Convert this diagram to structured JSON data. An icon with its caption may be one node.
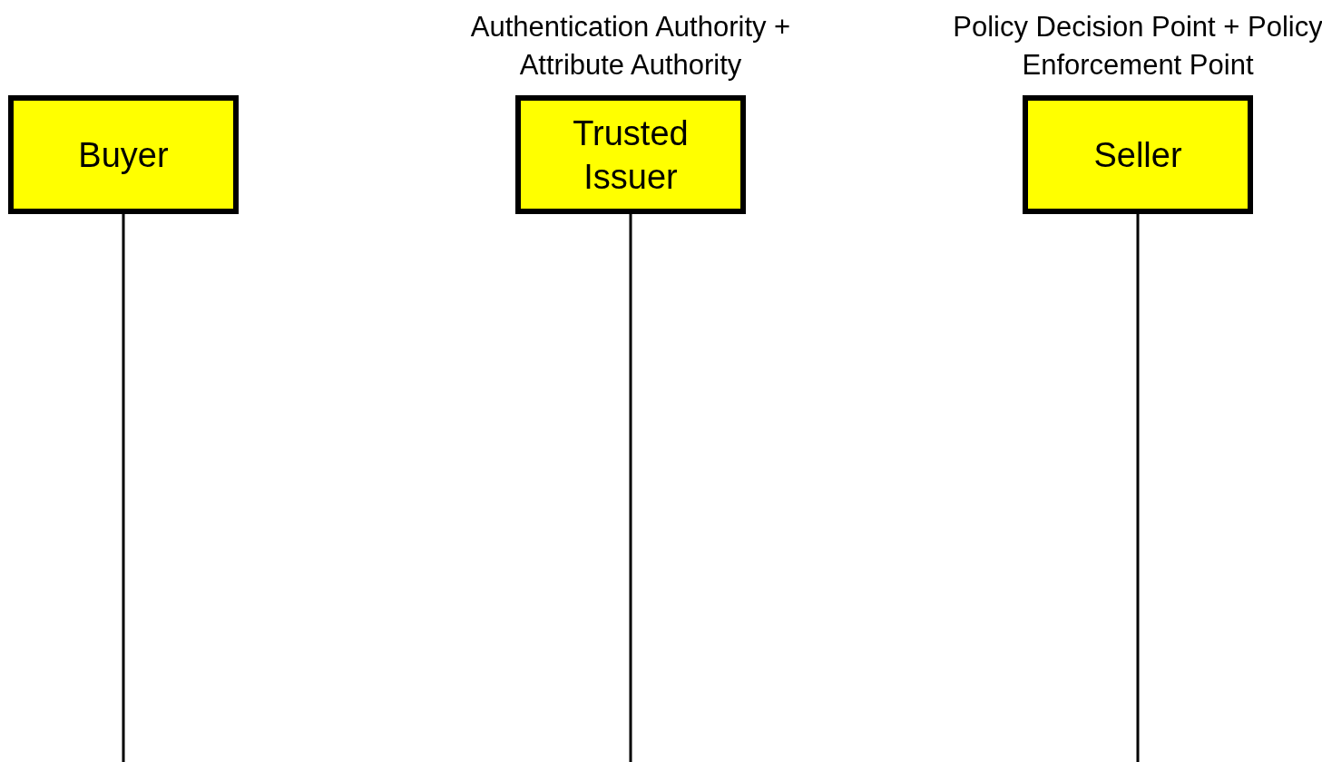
{
  "diagram": {
    "nodes": [
      {
        "text": [
          "Buyer"
        ]
      },
      {
        "text": [
          "Authentication Authority + Attribute Authority",
          "Trusted Issuer"
        ]
      },
      {
        "text": [
          "Policy Decision Point + Policy Enforcement Point",
          "Seller"
        ]
      }
    ],
    "edges": [
      {
        "from": 0,
        "to": null,
        "arrow": "none"
      },
      {
        "from": 1,
        "to": null,
        "arrow": "none"
      },
      {
        "from": 2,
        "to": null,
        "arrow": "none"
      }
    ]
  }
}
